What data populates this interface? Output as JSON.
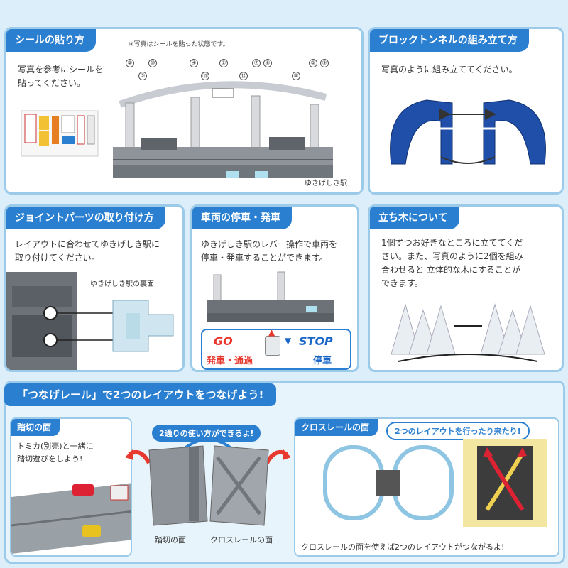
{
  "sticker": {
    "title": "シールの貼り方",
    "note": "※写真はシールを貼った状態です。",
    "text1": "写真を参考にシールを",
    "text2": "貼ってください。",
    "station_caption": "ゆきげしき駅",
    "numbers": [
      "②",
      "⑩",
      "④",
      "①",
      "⑦",
      "⑧",
      "③",
      "⑨",
      "⑤",
      "⑪",
      "⑫",
      "⑥"
    ]
  },
  "tunnel": {
    "title": "ブロックトンネルの組み立て方",
    "text": "写真のように組み立ててください。"
  },
  "joint": {
    "title": "ジョイントパーツの取り付け方",
    "text1": "レイアウトに合わせてゆきげしき駅に",
    "text2": "取り付けてください。",
    "caption": "ゆきげしき駅の裏面"
  },
  "train": {
    "title": "車両の停車・発車",
    "text1": "ゆきげしき駅のレバー操作で車両を",
    "text2": "停車・発車することができます。",
    "go": "GO",
    "go_label": "発車・通過",
    "stop": "STOP",
    "stop_label": "停車"
  },
  "tree": {
    "title": "立ち木について",
    "text1": "1個ずつお好きなところに立ててくだ",
    "text2": "さい。また、写真のように2個を組み",
    "text3": "合わせると 立体的な木にすることが",
    "text4": "できます。"
  },
  "connect": {
    "banner": "「つなげレール」で2つのレイアウトをつなげよう!",
    "crossing": {
      "title": "踏切の面",
      "text1": "トミカ(別売)と一緒に",
      "text2": "踏切遊びをしよう!"
    },
    "center": {
      "bubble": "2通りの使い方ができるよ!",
      "label_crossing": "踏切の面",
      "label_cross": "クロスレールの面"
    },
    "cross": {
      "title": "クロスレールの面",
      "bubble": "2つのレイアウトを行ったり来たり!",
      "caption": "クロスレールの面を使えば2つのレイアウトがつながるよ!"
    }
  },
  "colors": {
    "accent": "#2a7fd0",
    "frame": "#9ccbea",
    "background": "#dceefa",
    "go": "#e8392f",
    "stop": "#1b66c9"
  }
}
